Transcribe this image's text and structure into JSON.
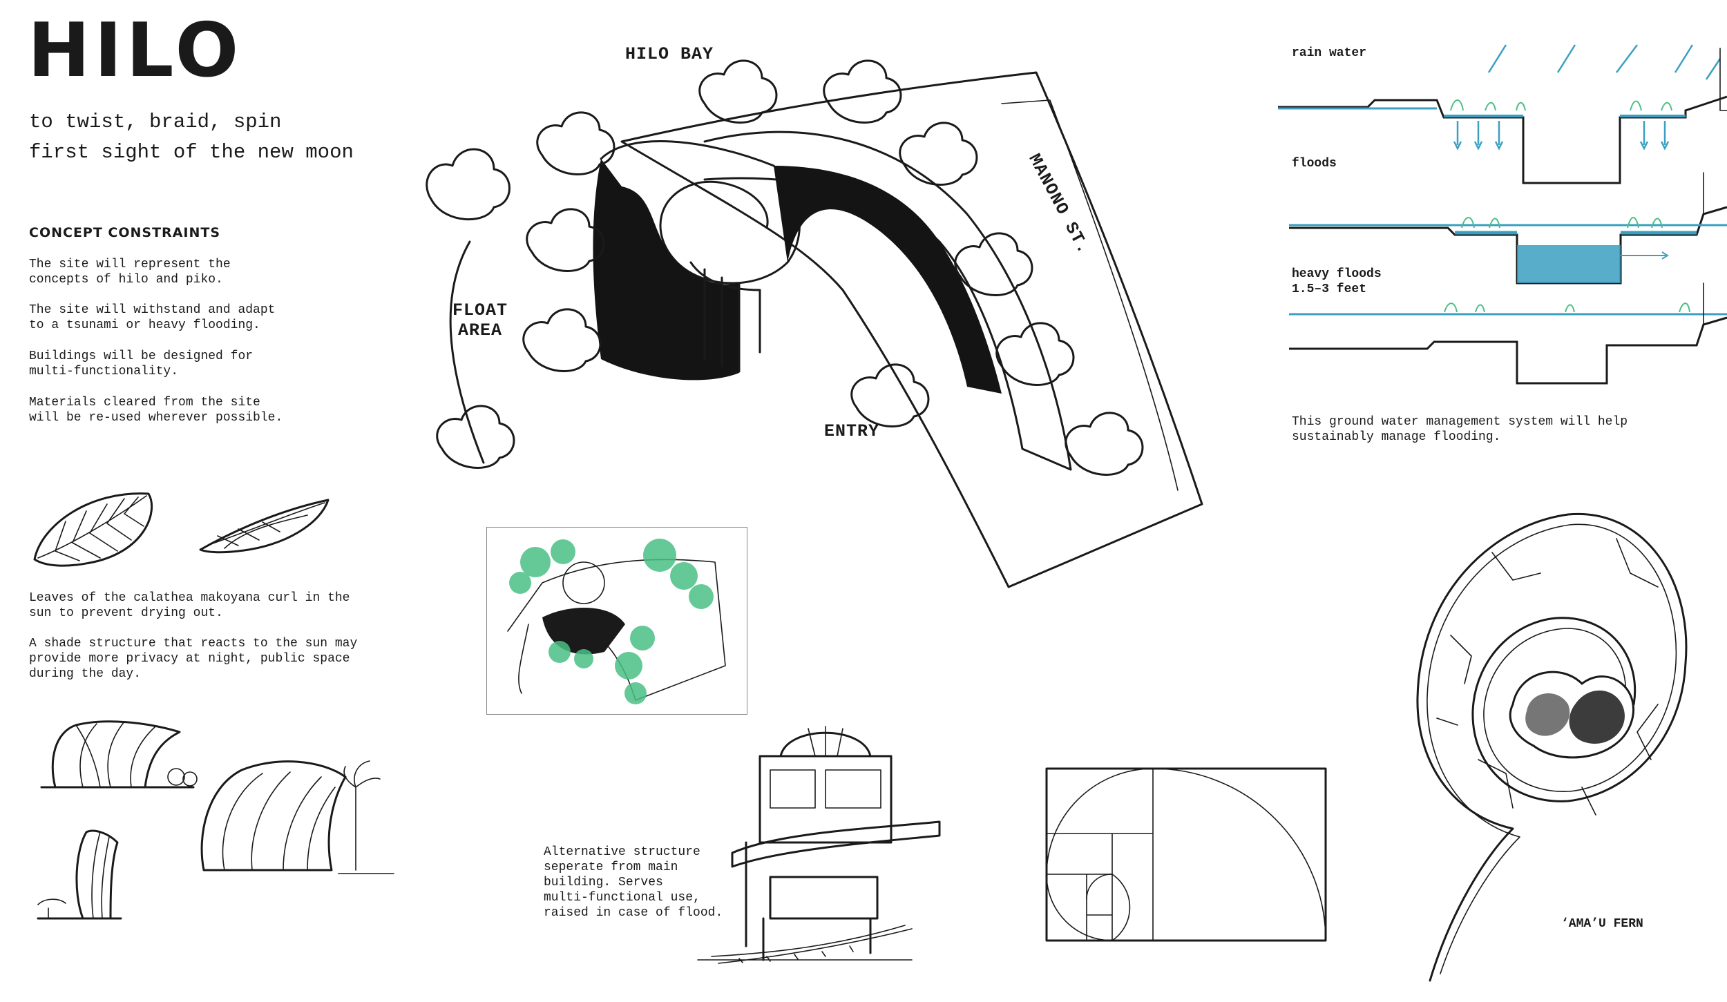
{
  "title": "HILO",
  "subtitle_lines": [
    "to twist, braid, spin",
    "first sight of the new moon"
  ],
  "concept": {
    "heading": "CONCEPT CONSTRAINTS",
    "items": [
      "The site will represent the\nconcepts of hilo and piko.",
      "The site will withstand and adapt\nto a tsunami or heavy flooding.",
      "Buildings will be designed for\nmulti-functionality.",
      "Materials cleared from the site\nwill be re-used wherever possible."
    ]
  },
  "leaves_text": [
    "Leaves of the calathea makoyana curl in the\nsun to prevent drying out.",
    "A shade structure that reacts to the sun may\nprovide more privacy at night, public space\nduring the day."
  ],
  "site_plan": {
    "bay_label": "HILO BAY",
    "street_label": "MANONO ST.",
    "float_label": "FLOAT\nAREA",
    "entry_label": "ENTRY"
  },
  "alt_structure_text": "Alternative structure\nseperate from main\nbuilding. Serves\nmulti-functional use,\nraised in case of flood.",
  "water": {
    "rain_label": "rain water",
    "floods_label": "floods",
    "heavy_label": "heavy floods\n1.5–3 feet",
    "caption": "This ground water management system will help\nsustainably manage flooding.",
    "water_color": "#3a9fc1"
  },
  "fern_label": "‘AMA’U FERN",
  "colors": {
    "ink": "#1a1a1a",
    "tree_green": "#4bbf85"
  }
}
